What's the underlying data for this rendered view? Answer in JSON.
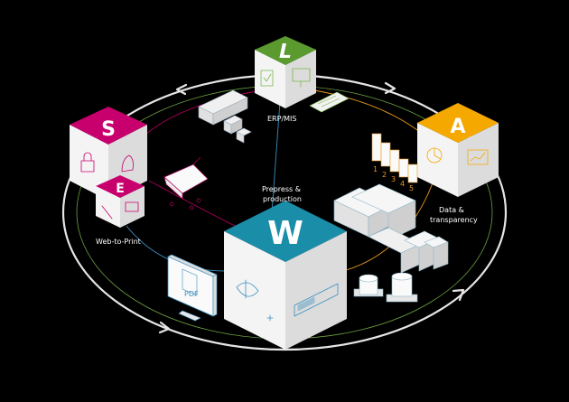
{
  "nodes": {
    "erp": {
      "letter": "L",
      "label": "ERP/MIS"
    },
    "automation": {
      "letter": "A",
      "label_line1": "Data &",
      "label_line2": "transparency"
    },
    "web_to_print": {
      "letter1": "S",
      "letter2": "E",
      "label": "Web-to-Print"
    },
    "prepress": {
      "letter": "W",
      "label_line1": "Prepress &",
      "label_line2": "production"
    }
  },
  "bar_chart_ticks": [
    "1",
    "2",
    "3",
    "4",
    "5"
  ],
  "document_icon_text": "PDF",
  "colors": {
    "background": "#000000",
    "erp": "#5a9a2e",
    "automation": "#f5a800",
    "web_to_print": "#c8006e",
    "prepress": "#1a8ea8",
    "orbit": "#e6e6e6",
    "line_green": "#7ab648",
    "line_magenta": "#b0005c",
    "line_orange": "#e89a20",
    "line_blue": "#3a8fc0"
  }
}
